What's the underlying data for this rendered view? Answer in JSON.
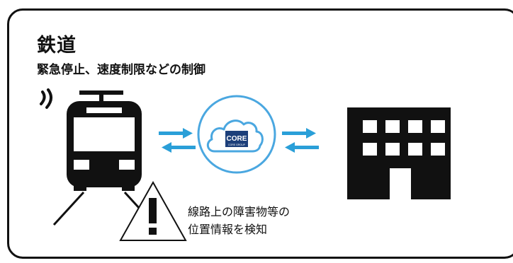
{
  "heading": {
    "title": "鉄道",
    "subtitle": "緊急停止、速度制限などの制御"
  },
  "cloud_logo": {
    "brand": "CORE",
    "group": "CORE GROUP"
  },
  "caption": {
    "line1": "線路上の障害物等の",
    "line2": "位置情報を検知"
  },
  "icons": [
    "signal-icon",
    "train-icon",
    "warning-icon",
    "cloud-icon",
    "building-icon",
    "exchange-arrows-icon"
  ],
  "colors": {
    "arrow": "#2a9fd8",
    "cloud_stroke": "#4aa7e0",
    "logo_bg": "#1c3f7a",
    "ink": "#111111"
  }
}
